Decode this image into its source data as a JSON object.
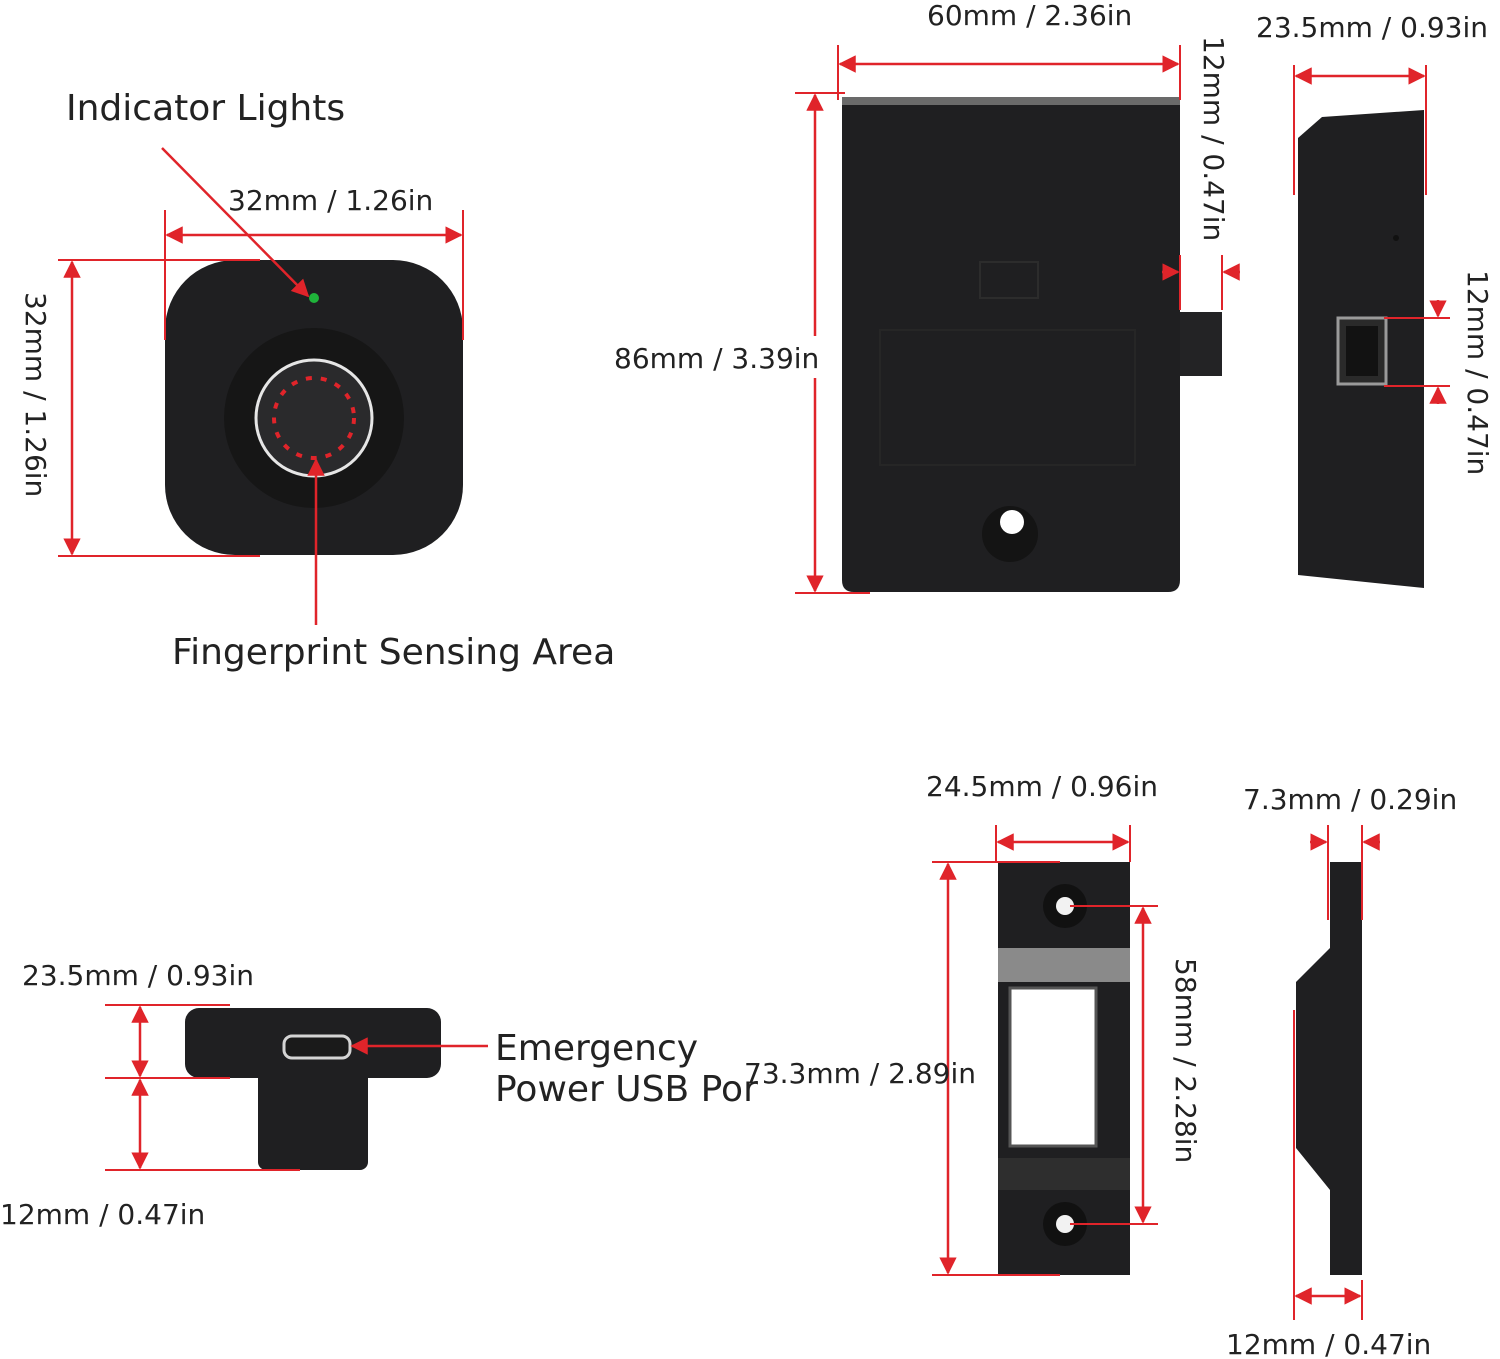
{
  "colors": {
    "dimension_line": "#e0242a",
    "device_body": "#1f1f21",
    "indicator_led": "#1fb33a",
    "background": "#ffffff"
  },
  "callouts": {
    "indicator": "Indicator Lights",
    "sensor": "Fingerprint Sensing Area",
    "usb_line1": "Emergency",
    "usb_line2": "Power USB Por"
  },
  "dimensions": {
    "reader_width": "32mm / 1.26in",
    "reader_height": "32mm / 1.26in",
    "lock_width": "60mm / 2.36in",
    "lock_height": "86mm / 3.39in",
    "lock_bolt": "12mm / 0.47in",
    "lock_side_depth": "23.5mm / 0.93in",
    "lock_side_bolt": "12mm / 0.47in",
    "reader_side_depth": "23.5mm / 0.93in",
    "reader_stem": "12mm / 0.47in",
    "strike_width": "24.5mm / 0.96in",
    "strike_height": "73.3mm / 2.89in",
    "strike_hole_spacing": "58mm / 2.28in",
    "strike_side_thickness": "7.3mm / 0.29in",
    "strike_side_depth": "12mm / 0.47in"
  }
}
